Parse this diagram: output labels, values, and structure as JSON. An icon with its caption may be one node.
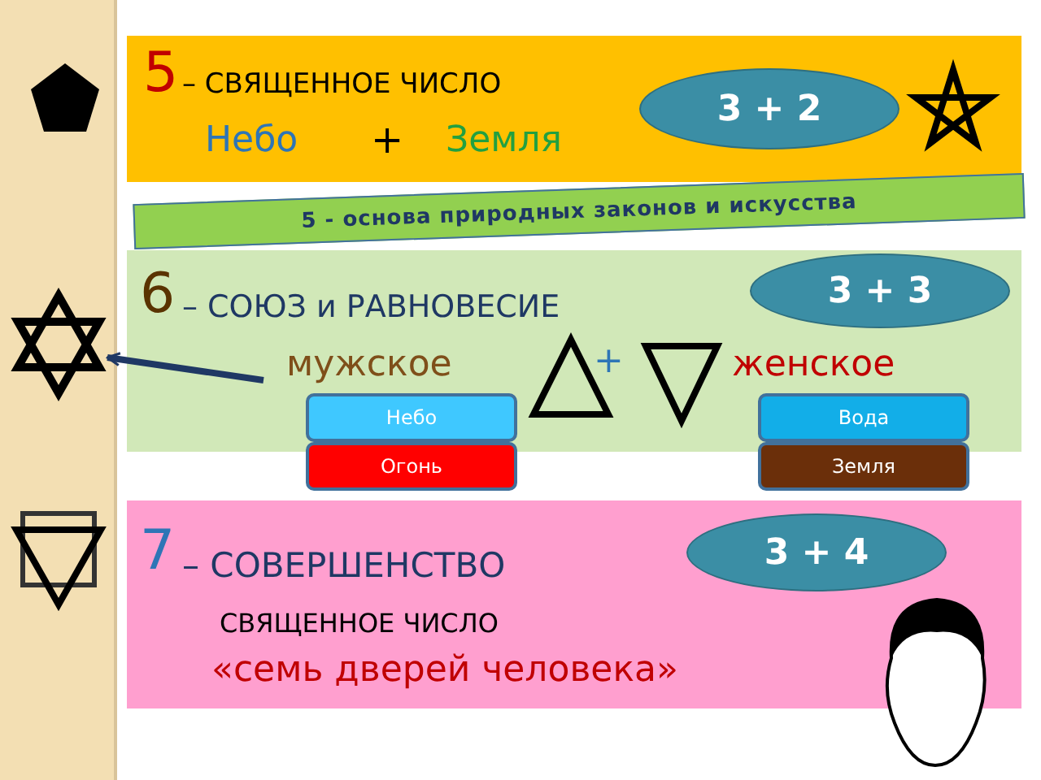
{
  "diagram": {
    "nodes": [
      {
        "text": [
          "5",
          "– СВЯЩЕННОЕ ЧИСЛО",
          "Небо",
          "+",
          "Земля"
        ]
      },
      {
        "text": [
          "3 + 2"
        ],
        "in": 0
      },
      {
        "text": [
          "5 - основа природных законов и искусства"
        ]
      },
      {
        "text": [
          "6",
          "– СОЮЗ и РАВНОВЕСИЕ",
          "мужское",
          "+",
          "женское"
        ]
      },
      {
        "text": [
          "3 + 3"
        ],
        "in": 3
      },
      {
        "text": [
          "Небо"
        ],
        "in": 3
      },
      {
        "text": [
          "Огонь"
        ]
      },
      {
        "text": [
          "Вода"
        ],
        "in": 3
      },
      {
        "text": [
          "Земля"
        ]
      },
      {
        "text": [
          "7",
          "– СОВЕРШЕНСТВО",
          "СВЯЩЕННОЕ ЧИСЛО",
          "«семь дверей человека»"
        ]
      },
      {
        "text": [
          "3 + 4"
        ],
        "in": 9
      },
      {
        "text": [],
        "shape": "picture"
      }
    ],
    "edges": [
      {
        "from": null,
        "to": 11,
        "arrow": "to"
      }
    ]
  }
}
